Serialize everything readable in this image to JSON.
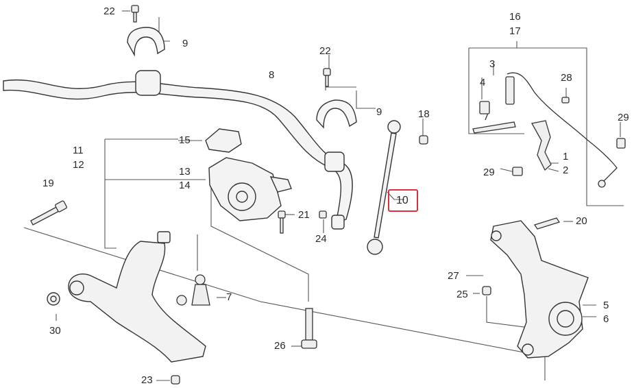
{
  "callouts": {
    "c1": "1",
    "c2": "2",
    "c3": "3",
    "c4": "4",
    "c5": "5",
    "c6": "6",
    "c7": "7",
    "c8": "8",
    "c9a": "9",
    "c9b": "9",
    "c10": "10",
    "c11": "11",
    "c12": "12",
    "c13": "13",
    "c14": "14",
    "c15": "15",
    "c16": "16",
    "c17": "17",
    "c18": "18",
    "c19": "19",
    "c20": "20",
    "c21": "21",
    "c22a": "22",
    "c22b": "22",
    "c23": "23",
    "c24": "24",
    "c25": "25",
    "c26": "26",
    "c27": "27",
    "c28": "28",
    "c29a": "29",
    "c29b": "29",
    "c30": "30"
  },
  "highlight_color": "#d9303c",
  "line_color": "#555555"
}
